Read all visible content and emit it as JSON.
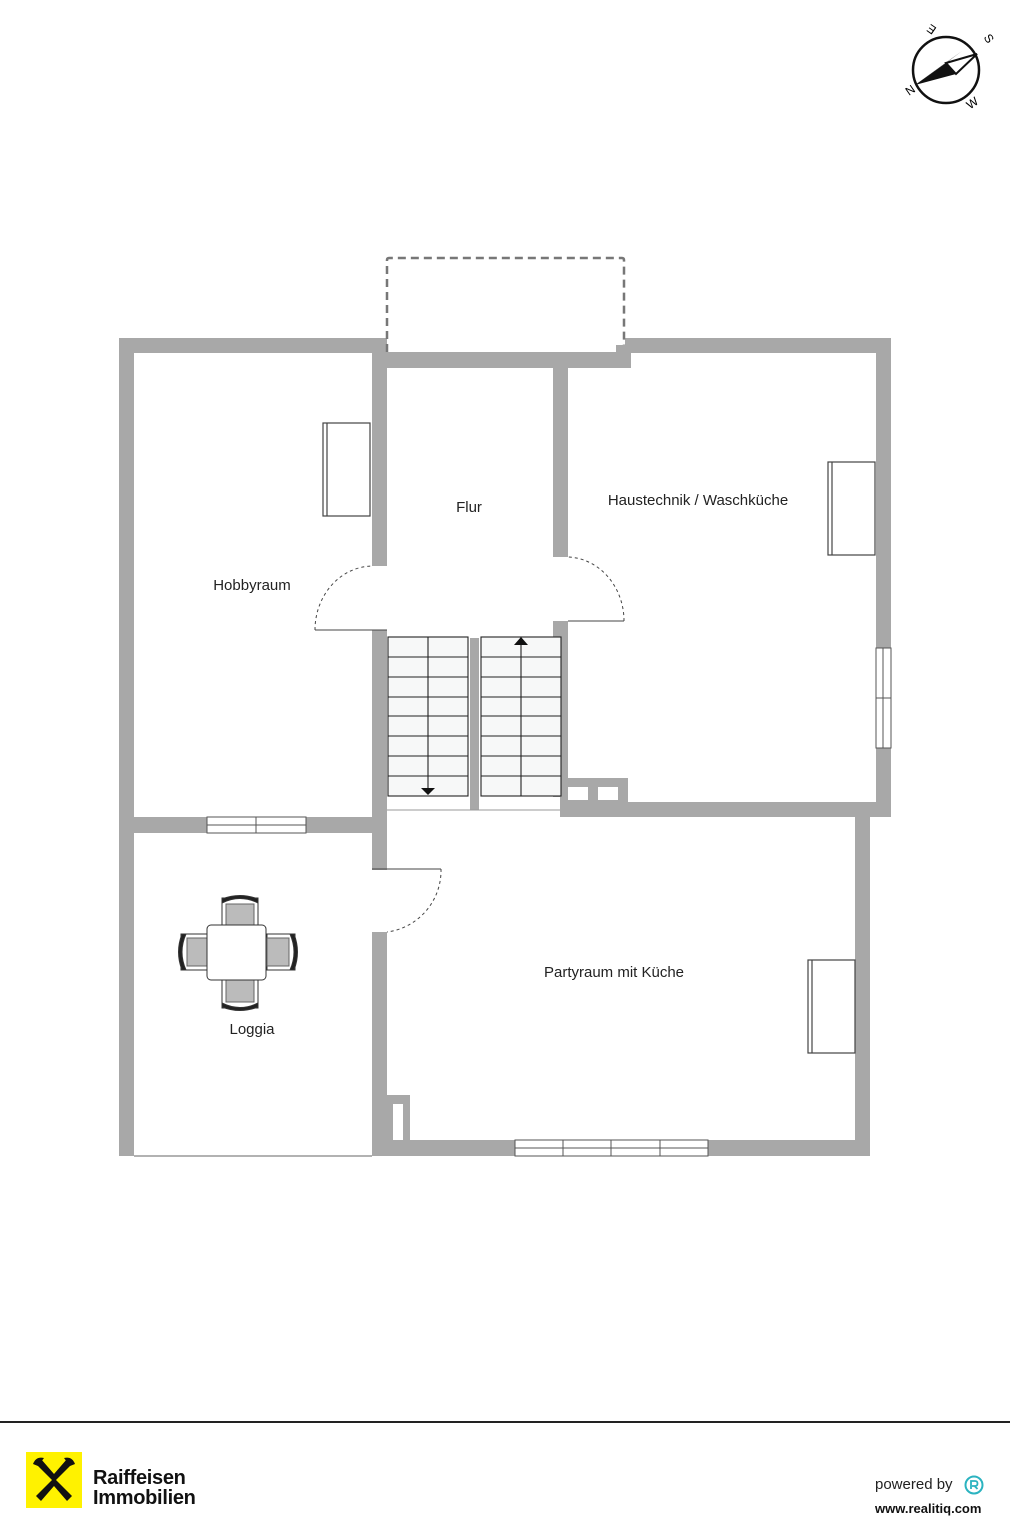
{
  "rooms": {
    "hobbyraum": "Hobbyraum",
    "flur": "Flur",
    "haustechnik": "Haustechnik / Waschküche",
    "loggia": "Loggia",
    "partyraum": "Partyraum mit Küche"
  },
  "compass": {
    "n": "N",
    "e": "E",
    "s": "S",
    "w": "W"
  },
  "footer": {
    "brand_line1": "Raiffeisen",
    "brand_line2": "Immobilien",
    "powered_by": "powered by",
    "url": "www.realitiq.com"
  },
  "colors": {
    "wall": "#a8a8a8",
    "logo_yellow": "#fff200",
    "realitiq_teal": "#2bb3c0"
  }
}
